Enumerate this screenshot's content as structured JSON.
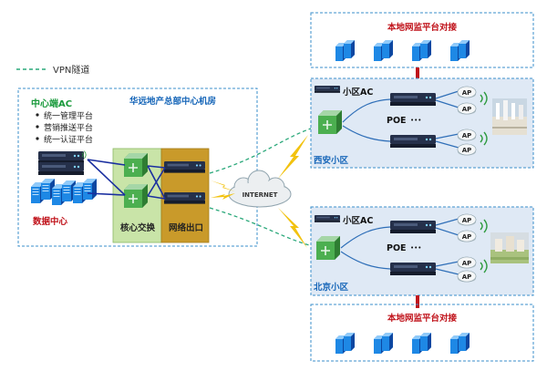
{
  "legend": {
    "vpn_label": "VPN隧道"
  },
  "hq": {
    "title": "华远地产总部中心机房",
    "central_ac": "中心端AC",
    "platforms": [
      "统一管理平台",
      "营销推送平台",
      "统一认证平台"
    ],
    "data_center": "数据中心",
    "core_switch": "核心交换",
    "network_exit": "网络出口"
  },
  "internet": "INTERNET",
  "xian": {
    "ac": "小区AC",
    "poe": "POE",
    "ellipsis": "•••",
    "community": "西安小区",
    "ap": [
      "AP",
      "AP",
      "AP",
      "AP"
    ]
  },
  "beijing": {
    "ac": "小区AC",
    "poe": "POE",
    "ellipsis": "•••",
    "community": "北京小区",
    "ap": [
      "AP",
      "AP",
      "AP",
      "AP"
    ]
  },
  "monitor_top": {
    "title": "本地网监平台对接"
  },
  "monitor_bottom": {
    "title": "本地网监平台对接"
  },
  "colors": {
    "frame": "#3b8fcb",
    "green_text": "#1a9a3c",
    "title_blue": "#1565b8",
    "red_text": "#c0121a",
    "vpn": "#2aa87a",
    "lightning": "#f2c20f",
    "core_fill": "#c9e4a8",
    "exit_fill": "#c99a2a"
  }
}
